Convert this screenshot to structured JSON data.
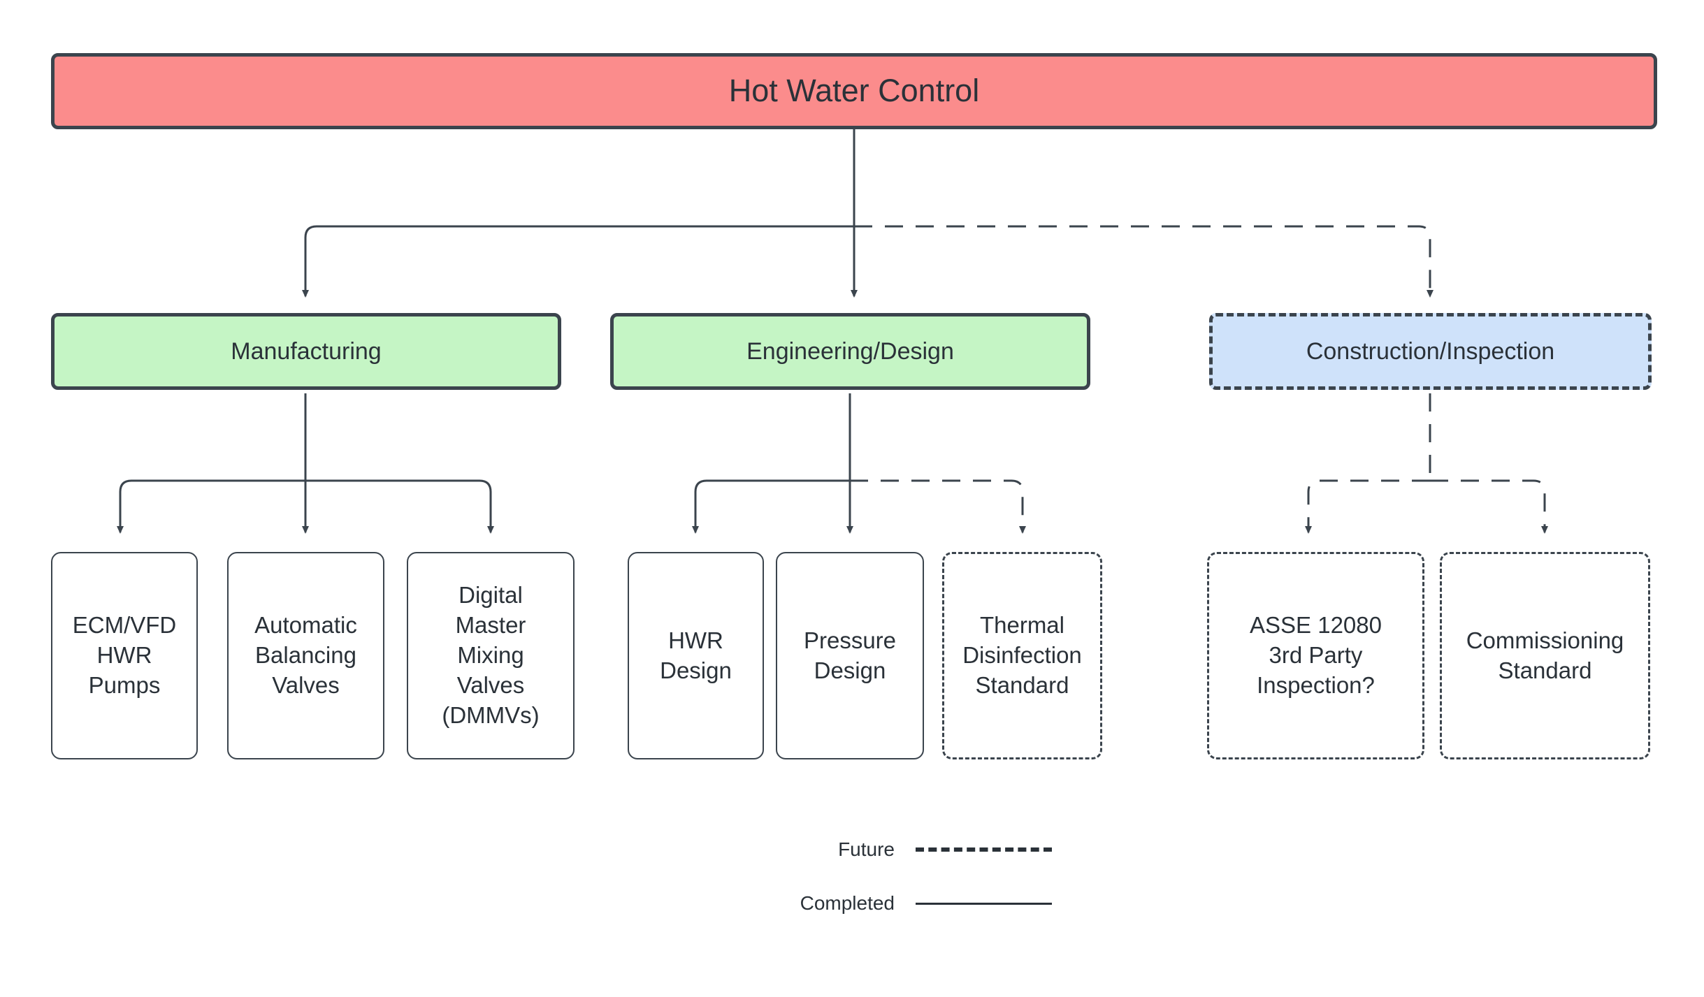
{
  "diagram": {
    "title": "Hot Water Control",
    "root": {
      "id": "root",
      "label": "Hot Water Control",
      "color": "#fb8c8c",
      "status": "completed"
    },
    "categories": [
      {
        "id": "manufacturing",
        "label": "Manufacturing",
        "color": "#c5f5c5",
        "status": "completed"
      },
      {
        "id": "engineering-design",
        "label": "Engineering/Design",
        "color": "#c5f5c5",
        "status": "completed"
      },
      {
        "id": "construction-inspection",
        "label": "Construction/Inspection",
        "color": "#cfe2fa",
        "status": "future"
      }
    ],
    "leaves": [
      {
        "id": "ecm-vfd-hwr-pumps",
        "parent": "manufacturing",
        "label": "ECM/VFD\nHWR\nPumps",
        "status": "completed"
      },
      {
        "id": "automatic-balancing-valves",
        "parent": "manufacturing",
        "label": "Automatic\nBalancing\nValves",
        "status": "completed"
      },
      {
        "id": "digital-master-mixing-valves",
        "parent": "manufacturing",
        "label": "Digital\nMaster\nMixing\nValves\n(DMMVs)",
        "status": "completed"
      },
      {
        "id": "hwr-design",
        "parent": "engineering-design",
        "label": "HWR\nDesign",
        "status": "completed"
      },
      {
        "id": "pressure-design",
        "parent": "engineering-design",
        "label": "Pressure\nDesign",
        "status": "completed"
      },
      {
        "id": "thermal-disinfection-standard",
        "parent": "engineering-design",
        "label": "Thermal\nDisinfection\nStandard",
        "status": "future"
      },
      {
        "id": "asse-12080-3rd-party-inspection",
        "parent": "construction-inspection",
        "label": "ASSE 12080\n3rd Party\nInspection?",
        "status": "future"
      },
      {
        "id": "commissioning-standard",
        "parent": "construction-inspection",
        "label": "Commissioning\nStandard",
        "status": "future"
      }
    ],
    "legend": {
      "future": {
        "label": "Future",
        "line_style": "dashed"
      },
      "completed": {
        "label": "Completed",
        "line_style": "solid"
      }
    },
    "colors": {
      "root_fill": "#fb8c8c",
      "category_fill_completed": "#c5f5c5",
      "category_fill_future": "#cfe2fa",
      "leaf_fill": "#ffffff",
      "stroke": "#3b444d",
      "text": "#2a3138",
      "background": "#ffffff"
    }
  }
}
